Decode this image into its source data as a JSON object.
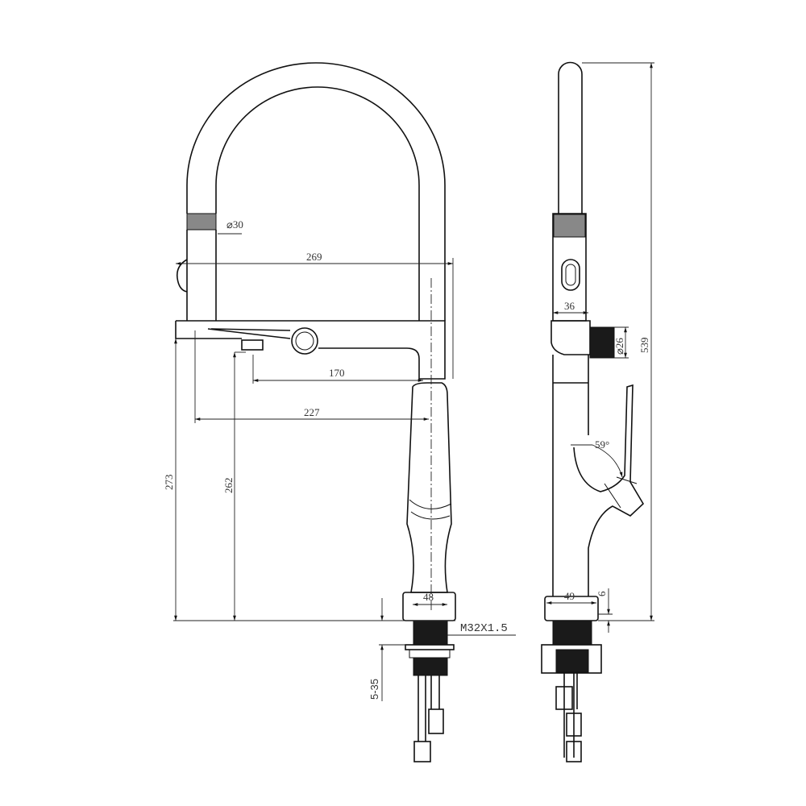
{
  "title": "Kitchen faucet dimension drawing",
  "front_view": {
    "dimensions": {
      "spray_diameter": "⌀30",
      "reach": "269",
      "aerator_to_body": "170",
      "spout_to_body": "227",
      "spout_height": "273",
      "outlet_height": "262",
      "base_width": "48",
      "thread": "M32X1.5",
      "deck_thickness": "5-35"
    }
  },
  "side_view": {
    "dimensions": {
      "total_height": "539",
      "head_width": "36",
      "knob_diameter": "⌀26",
      "handle_angle": "59°",
      "base_width": "49",
      "base_height": "6"
    }
  }
}
